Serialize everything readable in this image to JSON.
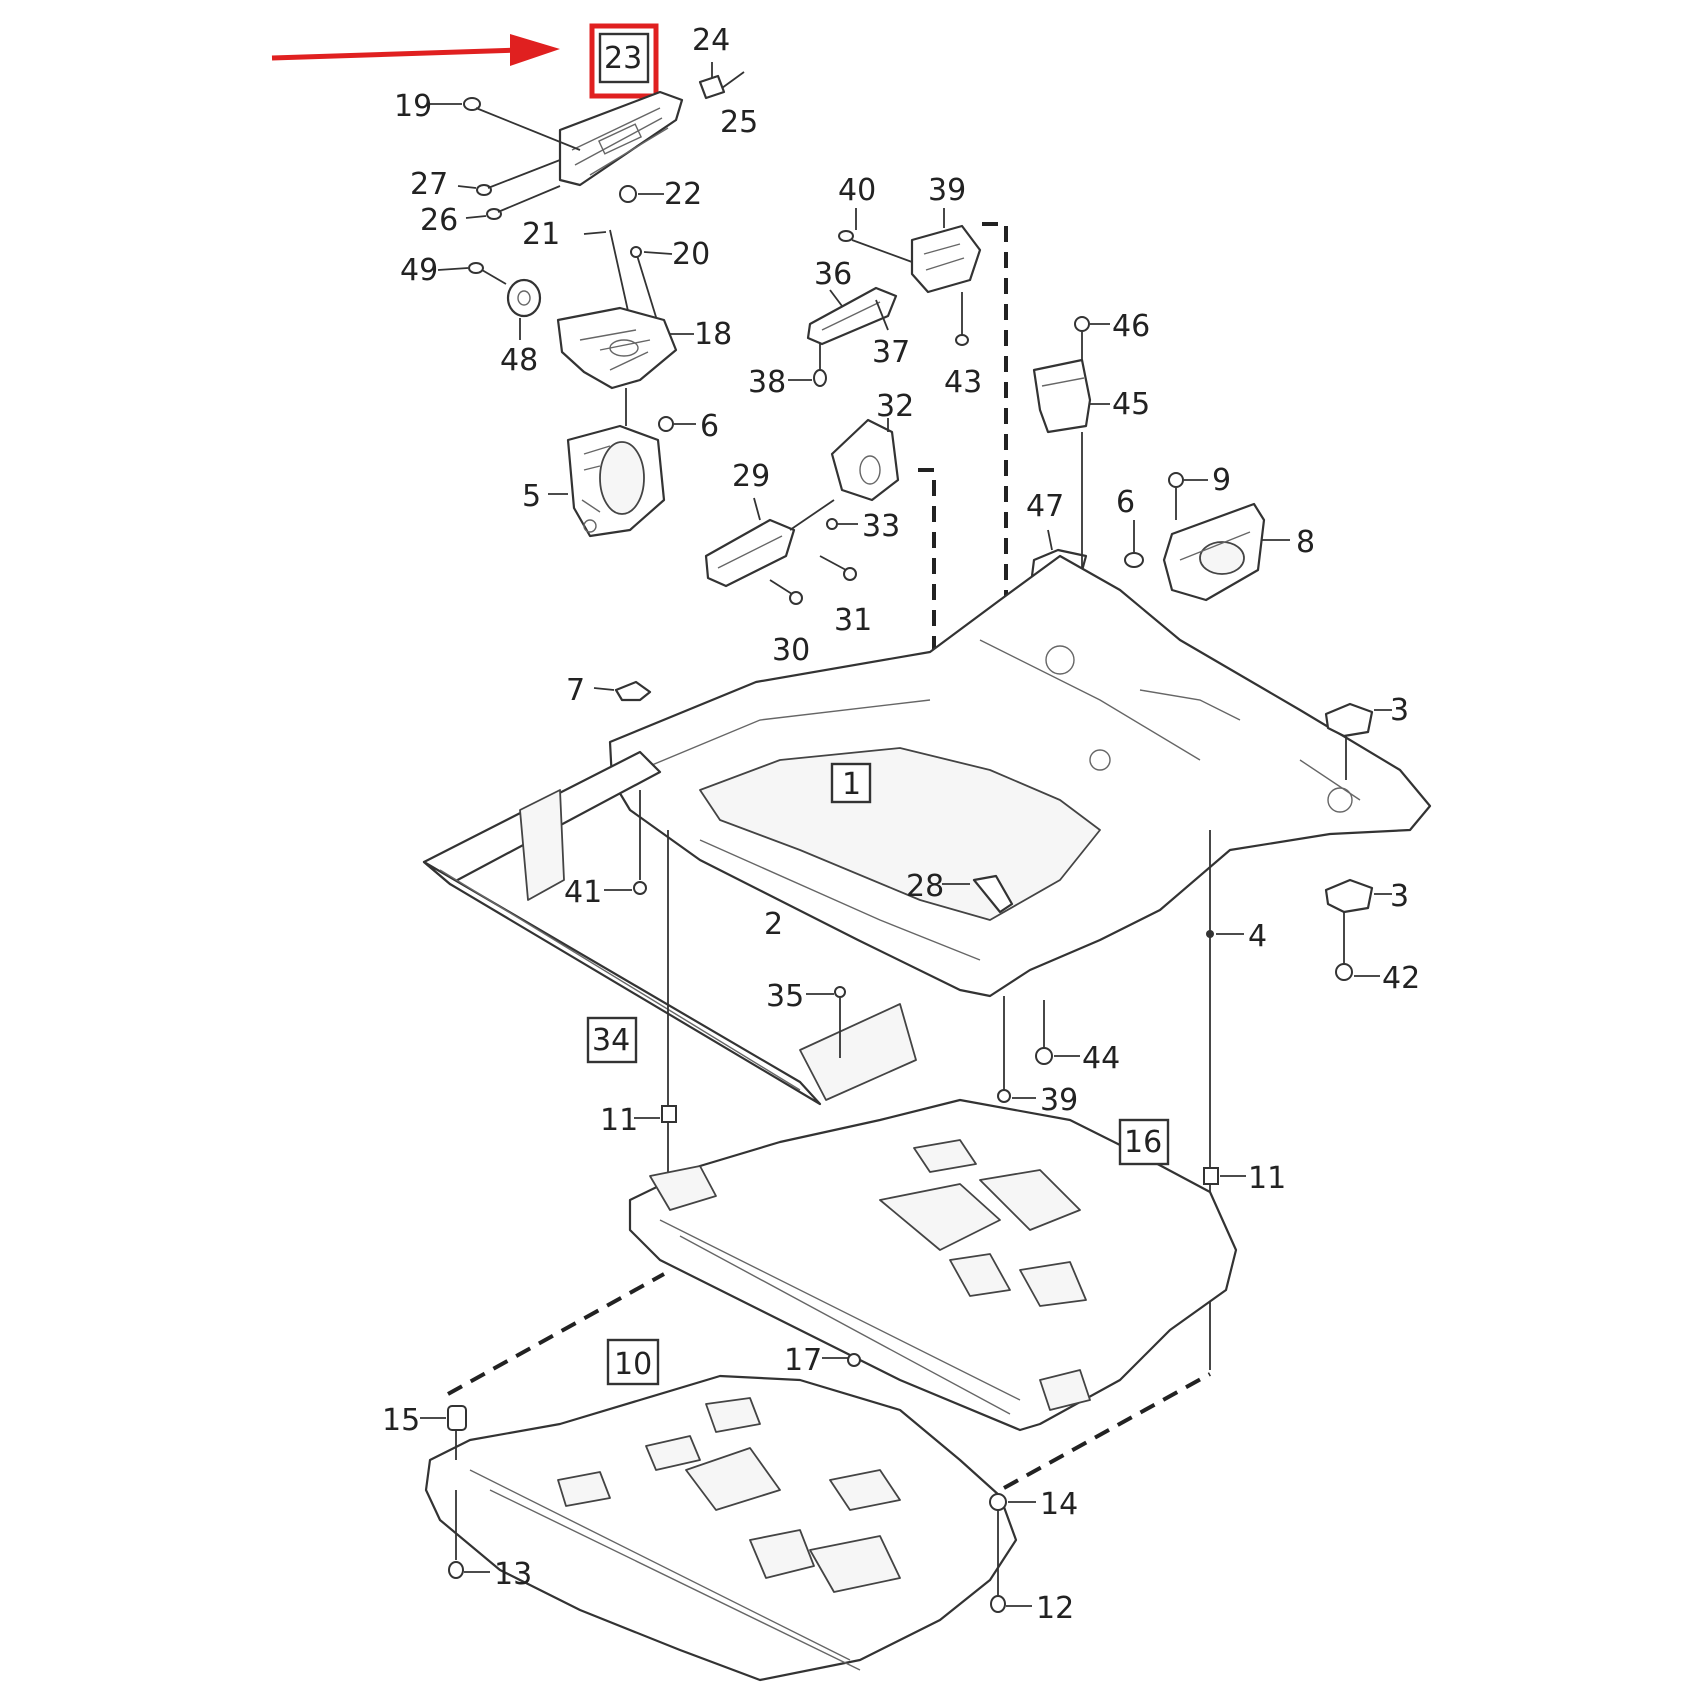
{
  "diagram": {
    "highlight_color": "#e02020",
    "highlighted_label": "23",
    "boxed_labels": [
      "23",
      "1",
      "34",
      "16",
      "10"
    ],
    "labels": {
      "l1": "1",
      "l2": "2",
      "l3a": "3",
      "l3b": "3",
      "l4": "4",
      "l5": "5",
      "l6a": "6",
      "l6b": "6",
      "l7": "7",
      "l8": "8",
      "l9": "9",
      "l10": "10",
      "l11a": "11",
      "l11b": "11",
      "l12": "12",
      "l13": "13",
      "l14": "14",
      "l15": "15",
      "l16": "16",
      "l17": "17",
      "l18": "18",
      "l19": "19",
      "l20": "20",
      "l21": "21",
      "l22": "22",
      "l23": "23",
      "l24": "24",
      "l25": "25",
      "l26": "26",
      "l27": "27",
      "l28": "28",
      "l29": "29",
      "l30": "30",
      "l31": "31",
      "l32": "32",
      "l33": "33",
      "l34": "34",
      "l35": "35",
      "l36": "36",
      "l37": "37",
      "l38": "38",
      "l39a": "39",
      "l39b": "39",
      "l40": "40",
      "l41": "41",
      "l42": "42",
      "l43": "43",
      "l44": "44",
      "l45": "45",
      "l46": "46",
      "l47": "47",
      "l48": "48",
      "l49": "49"
    }
  }
}
